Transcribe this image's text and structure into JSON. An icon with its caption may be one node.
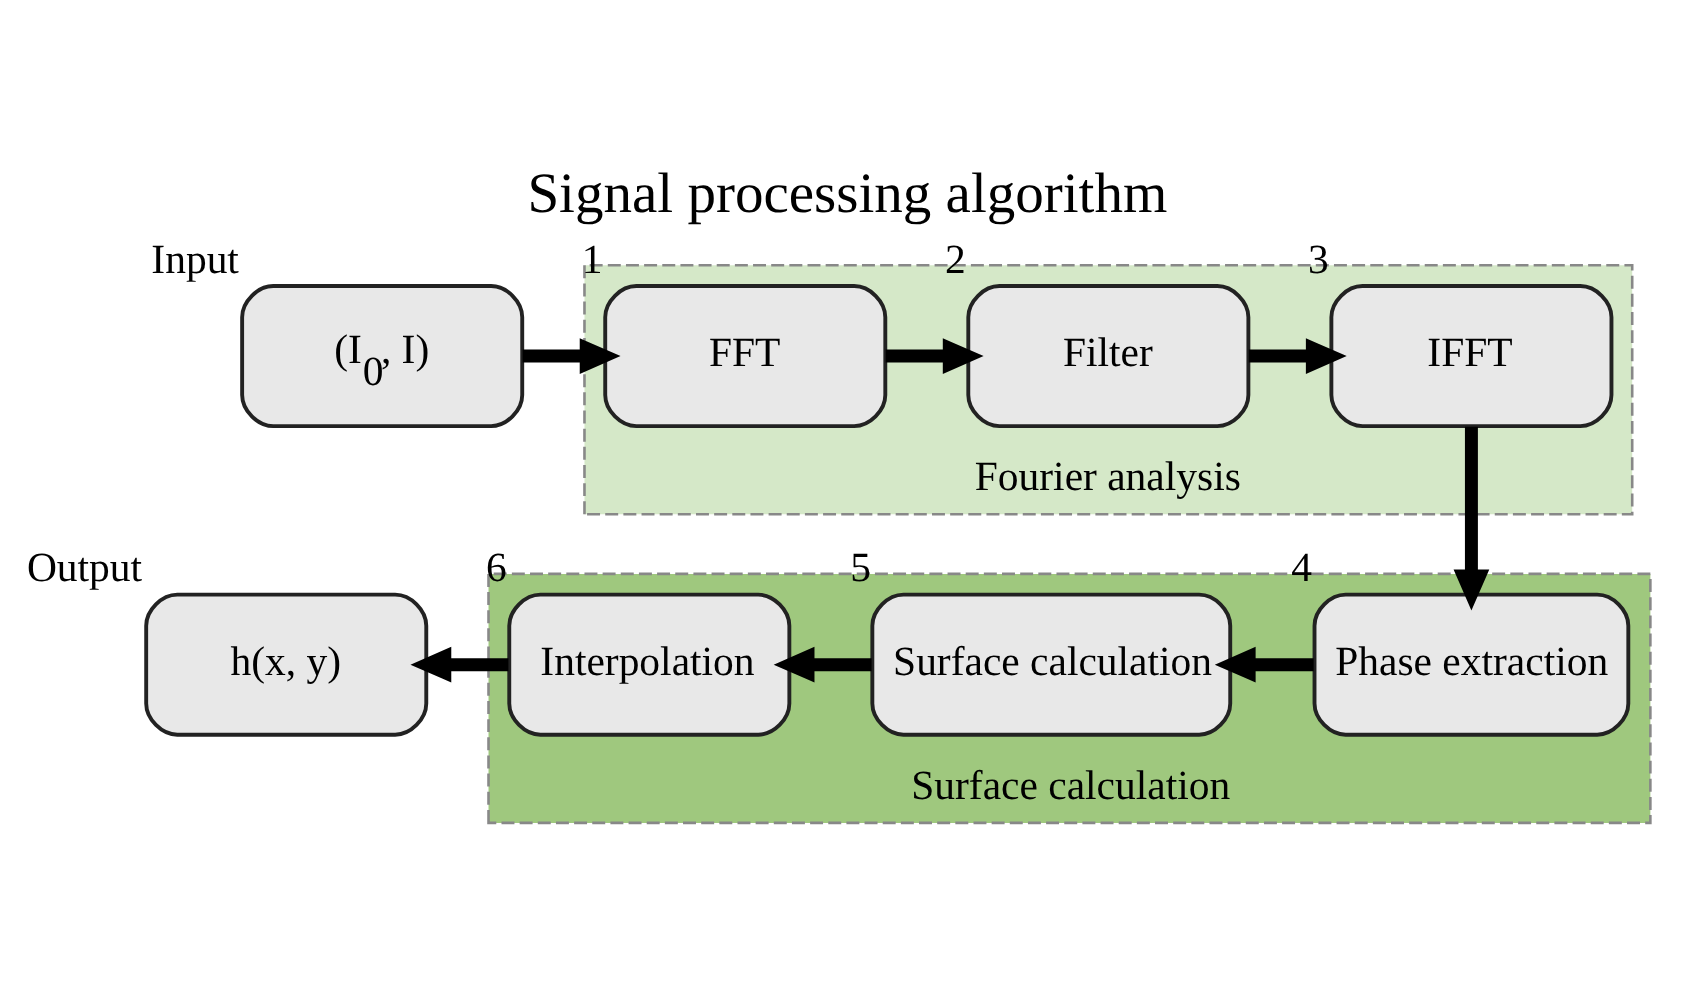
{
  "diagram": {
    "title": "Signal processing algorithm",
    "nodes": [
      {
        "text": [
          "(I$_{0}$, I)"
        ],
        "beside": [
          "Input"
        ]
      },
      {
        "text": [
          "Fourier analysis"
        ]
      },
      {
        "text": [
          "FFT"
        ],
        "in": 1,
        "beside": [
          "1"
        ]
      },
      {
        "text": [
          "Filter"
        ],
        "in": 1,
        "beside": [
          "2"
        ]
      },
      {
        "text": [
          "IFFT"
        ],
        "in": 1,
        "beside": [
          "3"
        ]
      },
      {
        "text": [
          "Surface calculation"
        ]
      },
      {
        "text": [
          "Phase extraction"
        ],
        "in": 5,
        "beside": [
          "4"
        ]
      },
      {
        "text": [
          "Surface calculation"
        ],
        "in": 5,
        "beside": [
          "5"
        ]
      },
      {
        "text": [
          "Interpolation"
        ],
        "in": 5,
        "beside": [
          "6"
        ]
      },
      {
        "text": [
          "h(x, y)"
        ],
        "beside": [
          "Output"
        ]
      }
    ],
    "edges": [
      {
        "from": 0,
        "to": 2,
        "arrow": "to"
      },
      {
        "from": 2,
        "to": 3,
        "arrow": "to"
      },
      {
        "from": 3,
        "to": 4,
        "arrow": "to"
      },
      {
        "from": 4,
        "to": 6,
        "arrow": "to"
      },
      {
        "from": 6,
        "to": 7,
        "arrow": "to"
      },
      {
        "from": 7,
        "to": 8,
        "arrow": "to"
      },
      {
        "from": 8,
        "to": 9,
        "arrow": "to"
      }
    ]
  }
}
